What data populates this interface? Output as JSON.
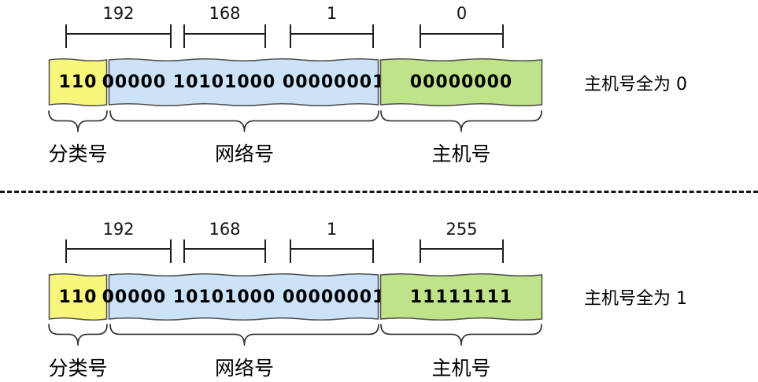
{
  "colors": {
    "classification_fill": "#F9F67C",
    "network_fill": "#CBE2F7",
    "host_fill": "#BEE388",
    "box_stroke": "#4d4d4d",
    "brace_stroke": "#333333",
    "line": "#1f1f1f"
  },
  "diagrams": [
    {
      "octet_labels": [
        "192",
        "168",
        "1",
        "0"
      ],
      "classification_bits": "110",
      "network_bits": "00000 10101000 00000001",
      "host_bits": "00000000",
      "classification_label": "分类号",
      "network_label": "网络号",
      "host_label": "主机号",
      "annotation": "主机号全为 0"
    },
    {
      "octet_labels": [
        "192",
        "168",
        "1",
        "255"
      ],
      "classification_bits": "110",
      "network_bits": "00000 10101000 00000001",
      "host_bits": "11111111",
      "classification_label": "分类号",
      "network_label": "网络号",
      "host_label": "主机号",
      "annotation": "主机号全为 1"
    }
  ]
}
